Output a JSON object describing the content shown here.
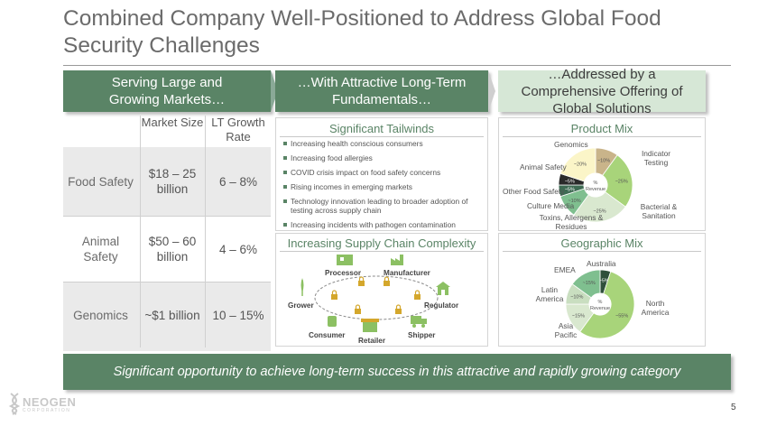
{
  "title": "Combined Company Well-Positioned to Address Global Food Security Challenges",
  "columns": [
    {
      "heading": "Serving Large and Growing Markets…"
    },
    {
      "heading": "…With Attractive Long-Term Fundamentals…"
    },
    {
      "heading": "…Addressed by a Comprehensive Offering of Global Solutions"
    }
  ],
  "market_table": {
    "headers": [
      "Market Size",
      "LT Growth Rate"
    ],
    "rows": [
      {
        "label": "Food Safety",
        "size": "$18 – 25 billion",
        "growth": "6 – 8%"
      },
      {
        "label": "Animal Safety",
        "size": "$50 – 60 billion",
        "growth": "4 – 6%"
      },
      {
        "label": "Genomics",
        "size": "~$1 billion",
        "growth": "10 – 15%"
      }
    ]
  },
  "tailwinds": {
    "title": "Significant Tailwinds",
    "items": [
      "Increasing health conscious consumers",
      "Increasing food allergies",
      "COVID crisis impact on food safety concerns",
      "Rising incomes in emerging markets",
      "Technology innovation leading to broader adoption of testing across supply chain",
      "Increasing incidents with pathogen contamination"
    ]
  },
  "supply_chain": {
    "title": "Increasing Supply Chain Complexity",
    "nodes": [
      "Processor",
      "Manufacturer",
      "Grower",
      "Regulator",
      "Consumer",
      "Shipper",
      "Retailer"
    ]
  },
  "product_mix": {
    "title": "Product Mix",
    "center_label": "% Revenue",
    "labels": {
      "genomics": "Genomics",
      "indicator": "Indicator Testing",
      "animal": "Animal Safety",
      "other_food": "Other Food Safety",
      "culture": "Culture Media",
      "toxins": "Toxins, Allergens & Residues",
      "bacterial": "Bacterial & Sanitation"
    }
  },
  "geographic_mix": {
    "title": "Geographic Mix",
    "center_label": "% Revenue",
    "labels": {
      "australia": "Australia",
      "emea": "EMEA",
      "latin": "Latin America",
      "north": "North America",
      "asia": "Asia Pacific"
    }
  },
  "chart_data": [
    {
      "type": "pie",
      "title": "Product Mix",
      "categories": [
        "Genomics",
        "Indicator Testing",
        "Bacterial & Sanitation",
        "Toxins, Allergens & Residues",
        "Culture Media",
        "Other Food Safety",
        "Animal Safety"
      ],
      "values": [
        10,
        25,
        25,
        10,
        5,
        5,
        20
      ],
      "value_labels": [
        "~10%",
        "~25%",
        "~25%",
        "~10%",
        "~5%",
        "~5%",
        "~20%"
      ],
      "colors": [
        "#c9b48a",
        "#a8d47a",
        "#d9e8cf",
        "#7fbf8f",
        "#3e6b53",
        "#2a2a2a",
        "#fbf5c8"
      ]
    },
    {
      "type": "pie",
      "title": "Geographic Mix",
      "categories": [
        "Australia",
        "North America",
        "Asia Pacific",
        "Latin America",
        "EMEA"
      ],
      "values": [
        5,
        55,
        15,
        10,
        15
      ],
      "value_labels": [
        "~5%",
        "~55%",
        "~15%",
        "~10%",
        "~15%"
      ],
      "colors": [
        "#2f4f3b",
        "#a8d47a",
        "#d9e8cf",
        "#c9dec0",
        "#7fbf8f"
      ]
    }
  ],
  "footer": "Significant opportunity to achieve long-term success in this attractive and rapidly growing category",
  "logo": {
    "name": "NEOGEN",
    "sub": "CORPORATION"
  },
  "page_number": "5"
}
